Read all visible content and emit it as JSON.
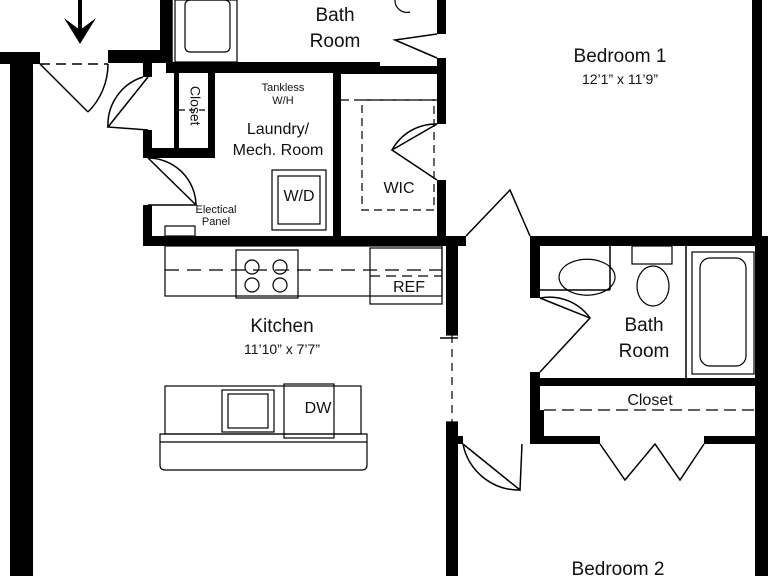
{
  "rooms": {
    "bath_top": {
      "line1": "Bath",
      "line2": "Room"
    },
    "bedroom1": {
      "name": "Bedroom 1",
      "dims": "12’1” x 11’9”"
    },
    "closet_small": {
      "name": "Closet"
    },
    "tankless": {
      "line1": "Tankless",
      "line2": "W/H"
    },
    "laundry": {
      "line1": "Laundry/",
      "line2": "Mech. Room"
    },
    "wd": {
      "name": "W/D"
    },
    "wic": {
      "name": "WIC"
    },
    "electrical": {
      "line1": "Electical",
      "line2": "Panel"
    },
    "ref": {
      "name": "REF"
    },
    "kitchen": {
      "name": "Kitchen",
      "dims": "11’10” x 7’7”"
    },
    "dw": {
      "name": "DW"
    },
    "bath_right": {
      "line1": "Bath",
      "line2": "Room"
    },
    "closet_right": {
      "name": "Closet"
    },
    "bedroom2": {
      "name": "Bedroom 2"
    }
  }
}
